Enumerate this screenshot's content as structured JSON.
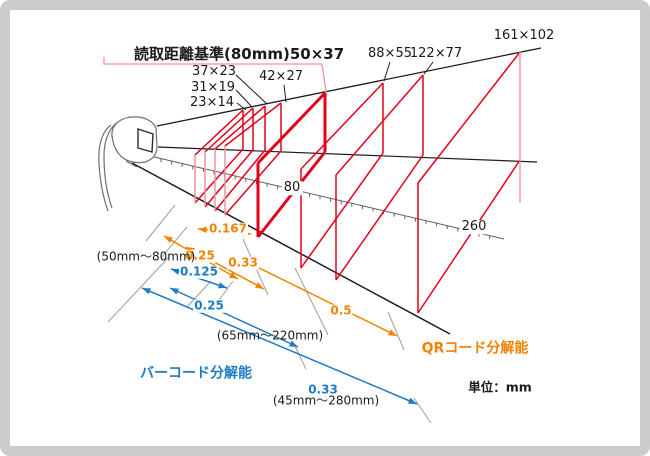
{
  "colors": {
    "red": "#e3001b",
    "pink": "#f0949c",
    "orange": "#f08300",
    "blue": "#1f7cc4",
    "black_line": "#1c1c1c",
    "gray_line": "#9e9e9e",
    "ruler_gray": "#606060",
    "scanner_gray": "#6f6f6f",
    "border_gray": "#cbcbcb"
  },
  "labels": {
    "title": "読取距離基準(80mm)50×37",
    "size_23x14": "23×14",
    "size_31x19": "31×19",
    "size_37x23": "37×23",
    "size_42x27": "42×27",
    "size_88x55": "88×55",
    "size_122x77": "122×77",
    "size_161x102": "161×102",
    "dist_80": "80",
    "dist_260": "260",
    "unit": "単位：mm"
  },
  "qr_resolution": {
    "group_name": "QRコード分解能",
    "v_0167": "0.167",
    "v_025": "0.25",
    "v_033": "0.33",
    "v_05": "0.5",
    "range_50_80": "(50mm〜80mm)"
  },
  "barcode_resolution": {
    "group_name": "バーコード分解能",
    "v_0125": "0.125",
    "v_025": "0.25",
    "v_033": "0.33",
    "range_65_220": "(65mm〜220mm)",
    "range_45_280": "(45mm〜280mm)"
  }
}
